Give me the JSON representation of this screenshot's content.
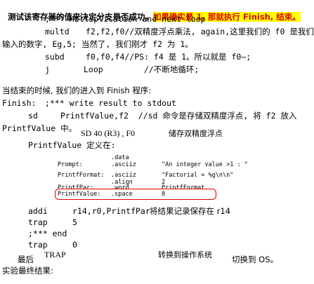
{
  "lines": {
    "l1_a": "测试该寄存器的值来决定分支是否成功。",
    "l1_b": "如果确实是 1, 那就执行 Finish, 结束。",
    "l2": ";*** Multiplication and next loop",
    "l3_a": "multd",
    "l3_b": "f2,f2,f0//双精度浮点乘法, again,这里我们的 f0 是我们",
    "l4": "输入的数字, Eg,5; 当然了, 我们刚才 f2 为 1。",
    "l5_a": "subd",
    "l5_b": "f0,f0,f4//PS: f4 是 1。所以就是 f0—;",
    "l6_a": "j",
    "l6_b": "Loop",
    "l6_c": "//不断地循环;",
    "l7": "当结束的时候, 我们的进入到 Finish 程序:",
    "l8_a": "Finish:",
    "l8_b": ";*** write result to stdout",
    "l9_a": "sd",
    "l9_b": "PrintfValue,f2  //sd 命令是存储双精度浮点, 将 f2 放入",
    "l10": "PrintfValue 中。",
    "l11_a": "SD 40 (R3) , F0",
    "l11_b": "储存双精度浮点",
    "l12": "PrintfValue 定义在:",
    "l13_a": "addi",
    "l13_b": "r14,r0,PrintfPar",
    "l13_c": "将结果记录保存在 r14",
    "l14_a": "trap",
    "l14_b": "5",
    "l15": ";*** end",
    "l16_a": "trap",
    "l16_b": "0",
    "l17_a": "最后",
    "l17_b": "TRAP",
    "l17_c": "转换到操作系统",
    "l17_d": "切换到 OS。",
    "l18": "实验最终结果:"
  },
  "data_segment": {
    "header_a": ".data",
    "header_b": ".asciiz",
    "rows": [
      {
        "label": "Prompt:",
        "directive": ".asciiz",
        "value": "\"An integer value >1 : \""
      },
      {
        "label": "PrintfFormat:",
        "directive": ".asciiz",
        "value": "\"Factorial = %g\\n\\n\""
      },
      {
        "label": "",
        "directive": ".align",
        "value": "2"
      },
      {
        "label": "PrintfPar:",
        "directive": ".word",
        "value": "PrintfFormat"
      },
      {
        "label": "PrintfValue:",
        "directive": ".space",
        "value": "8"
      }
    ]
  }
}
